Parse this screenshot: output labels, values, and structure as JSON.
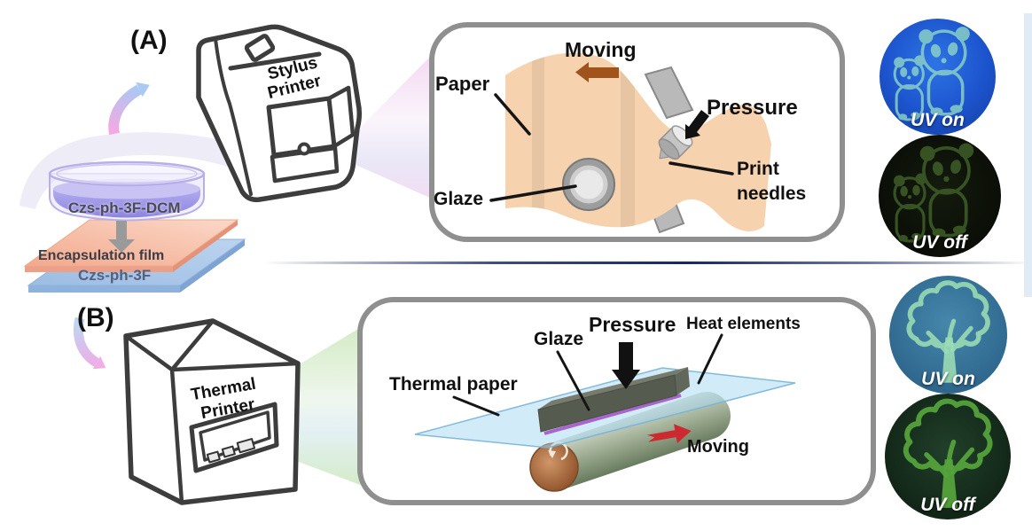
{
  "panels": {
    "a": {
      "label": "(A)",
      "printer": {
        "line1": "Stylus",
        "line2": "Printer"
      },
      "diagram": {
        "moving": "Moving",
        "paper": "Paper",
        "pressure": "Pressure",
        "glaze": "Glaze",
        "print_needles_line1": "Print",
        "print_needles_line2": "needles"
      },
      "photos": {
        "on": "UV on",
        "off": "UV off"
      }
    },
    "b": {
      "label": "(B)",
      "printer": {
        "line1": "Thermal",
        "line2": "Printer"
      },
      "diagram": {
        "glaze": "Glaze",
        "pressure": "Pressure",
        "heat_elements": "Heat elements",
        "thermal_paper": "Thermal paper",
        "moving": "Moving"
      },
      "photos": {
        "on": "UV on",
        "off": "UV off"
      }
    }
  },
  "preparation": {
    "dish_label": "Czs-ph-3F-DCM",
    "film_label": "Encapsulation film",
    "substrate_label": "Czs-ph-3F"
  },
  "colors": {
    "paper": "#f6d2ae",
    "panel_border": "#8f8f8f",
    "moving_arrow_a": "#a0541c",
    "moving_arrow_b": "#cc2a30",
    "pressure_arrow": "#111111",
    "uv_on_panda_bg": "#1d55cc",
    "uv_off_panda_bg": "#0a0e07",
    "uv_on_tree_bg": "#336d93",
    "uv_off_tree_bg": "#132819",
    "panda_glow": "#8fd6c6",
    "panda_glow_off": "#3c5a26",
    "tree_glow_on": "#9adbb4",
    "tree_glow_off": "#55a33c",
    "film": "#f6bda6",
    "substrate": "#a9c5e9",
    "dish_liquid": "#a49cea",
    "divider": "#1b2a6b",
    "cone_a": "#f0d8f0",
    "cone_b": "#cde9bd",
    "heat_strip": "#a866cc"
  }
}
